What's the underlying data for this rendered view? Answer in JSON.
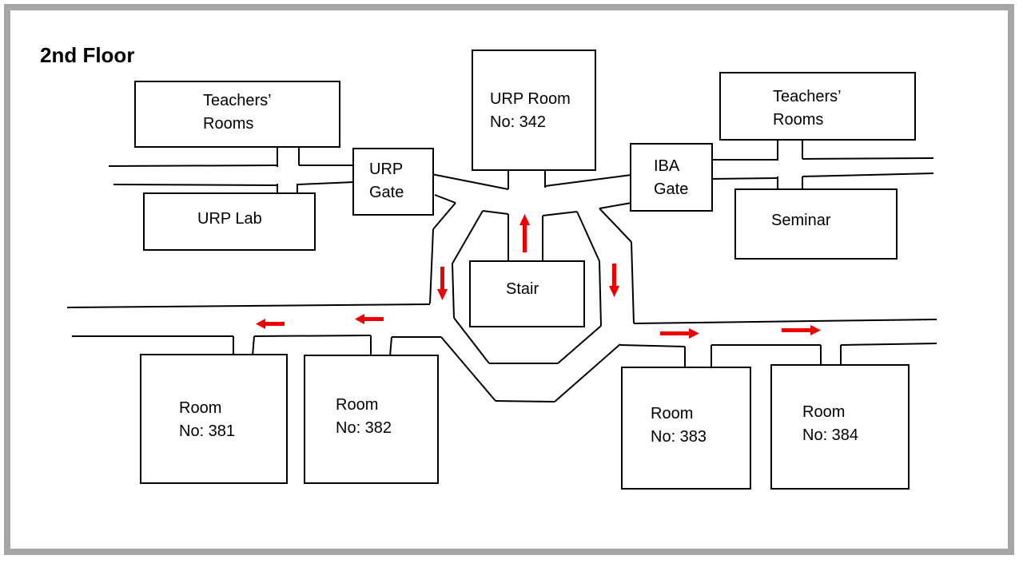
{
  "floor_title": "2nd Floor",
  "rooms": {
    "teachers_rooms_left": "Teachers’\nRooms",
    "urp_lab": "URP Lab",
    "urp_gate": "URP\nGate",
    "urp_room": "URP Room\nNo: 342",
    "iba_gate": "IBA\nGate",
    "teachers_rooms_right": "Teachers’\nRooms",
    "seminar": "Seminar",
    "stair": "Stair",
    "room_381": "Room\nNo: 381",
    "room_382": "Room\nNo: 382",
    "room_383": "Room\nNo: 383",
    "room_384": "Room\nNo: 384"
  },
  "colors": {
    "frame": "#a6a6a6",
    "walls": "#000000",
    "arrows": "#ee0000"
  }
}
